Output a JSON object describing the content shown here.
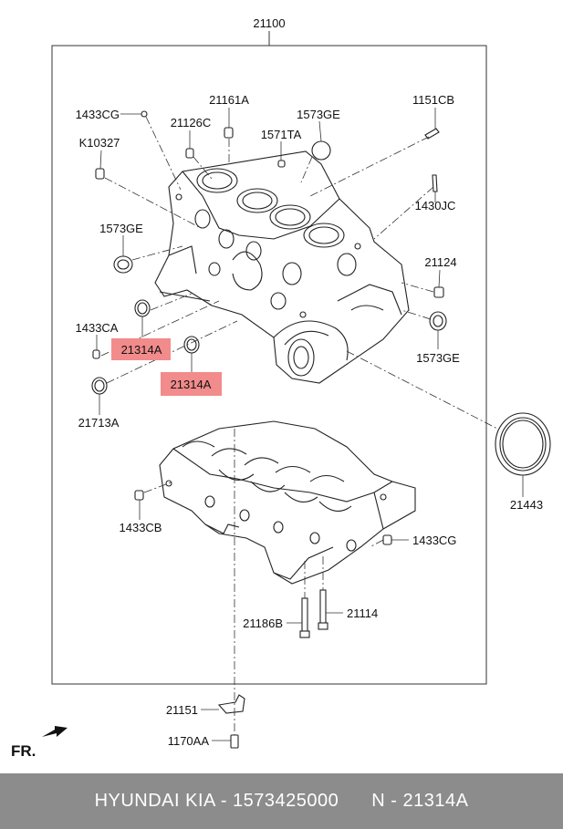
{
  "labels": {
    "assembly": "21100",
    "p1433CG_top": "1433CG",
    "p21161A": "21161A",
    "p1151CB": "1151CB",
    "p21126C": "21126C",
    "p1573GE_top": "1573GE",
    "pK10327": "K10327",
    "p1571TA": "1571TA",
    "p1430JC": "1430JC",
    "p1573GE_left": "1573GE",
    "p21124": "21124",
    "p1433CA": "1433CA",
    "p21314A_a": "21314A",
    "p1573GE_right": "1573GE",
    "p21314A_b": "21314A",
    "p21713A": "21713A",
    "p21443": "21443",
    "p1433CB": "1433CB",
    "p1433CG_bottom": "1433CG",
    "p21114": "21114",
    "p21186B": "21186B",
    "p21151": "21151",
    "p1170AA": "1170AA",
    "fr": "FR."
  },
  "footer": {
    "brand": "HYUNDAI  KIA - 1573425000",
    "part": "N - 21314A"
  },
  "colors": {
    "highlight": "#f28b8b",
    "footer_bg": "#8c8c8c"
  }
}
